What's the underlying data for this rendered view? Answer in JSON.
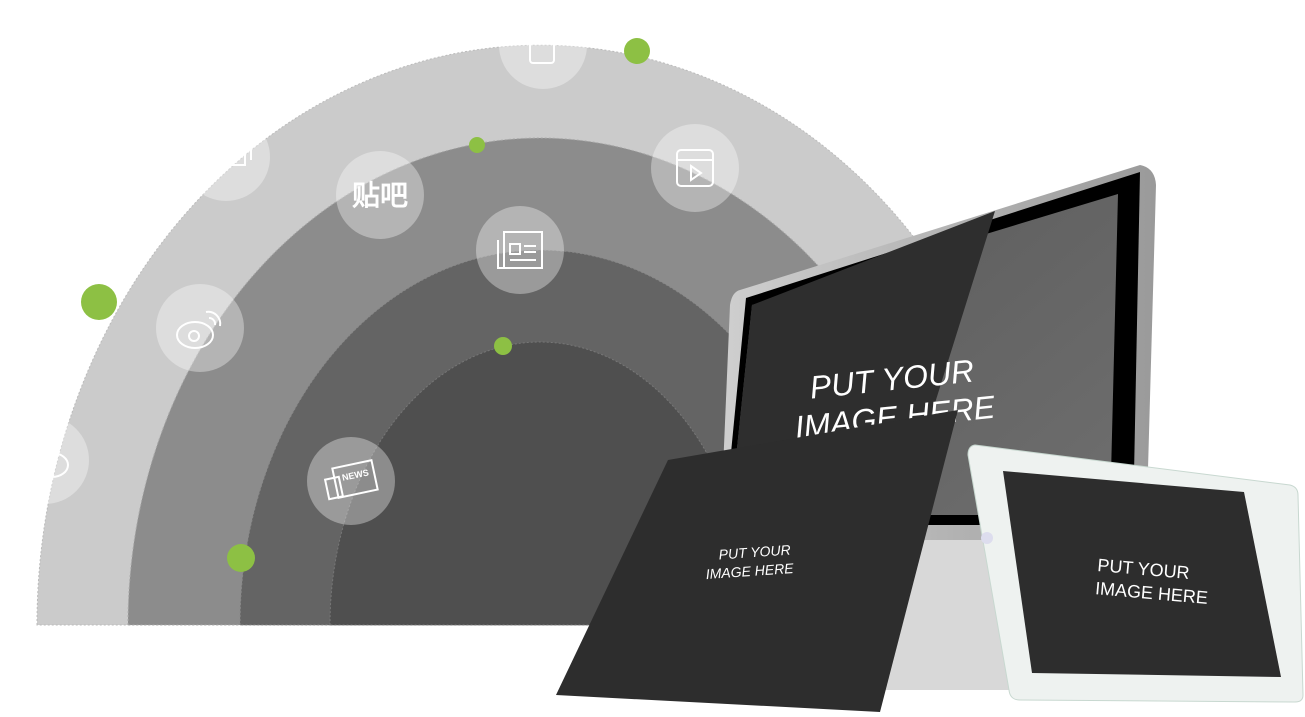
{
  "colors": {
    "ring_outer": "#cbcbcb",
    "ring_2": "#8c8c8c",
    "ring_3": "#646464",
    "ring_inner": "#4f4f4f",
    "accent_green": "#8dc044",
    "screen": "#2d2d2d"
  },
  "icons": [
    {
      "name": "app-icon"
    },
    {
      "name": "chat-icon"
    },
    {
      "name": "tieba-icon",
      "text": "贴吧"
    },
    {
      "name": "video-icon"
    },
    {
      "name": "newspaper-icon"
    },
    {
      "name": "weibo-icon"
    },
    {
      "name": "wechat-icon"
    },
    {
      "name": "news-icon",
      "text": "NEWS"
    }
  ],
  "monitor": {
    "line1": "PUT YOUR",
    "line2": "IMAGE HERE"
  },
  "paper": {
    "line1": "PUT YOUR",
    "line2": "IMAGE HERE"
  },
  "tablet": {
    "line1": "PUT YOUR",
    "line2": "IMAGE HERE"
  }
}
